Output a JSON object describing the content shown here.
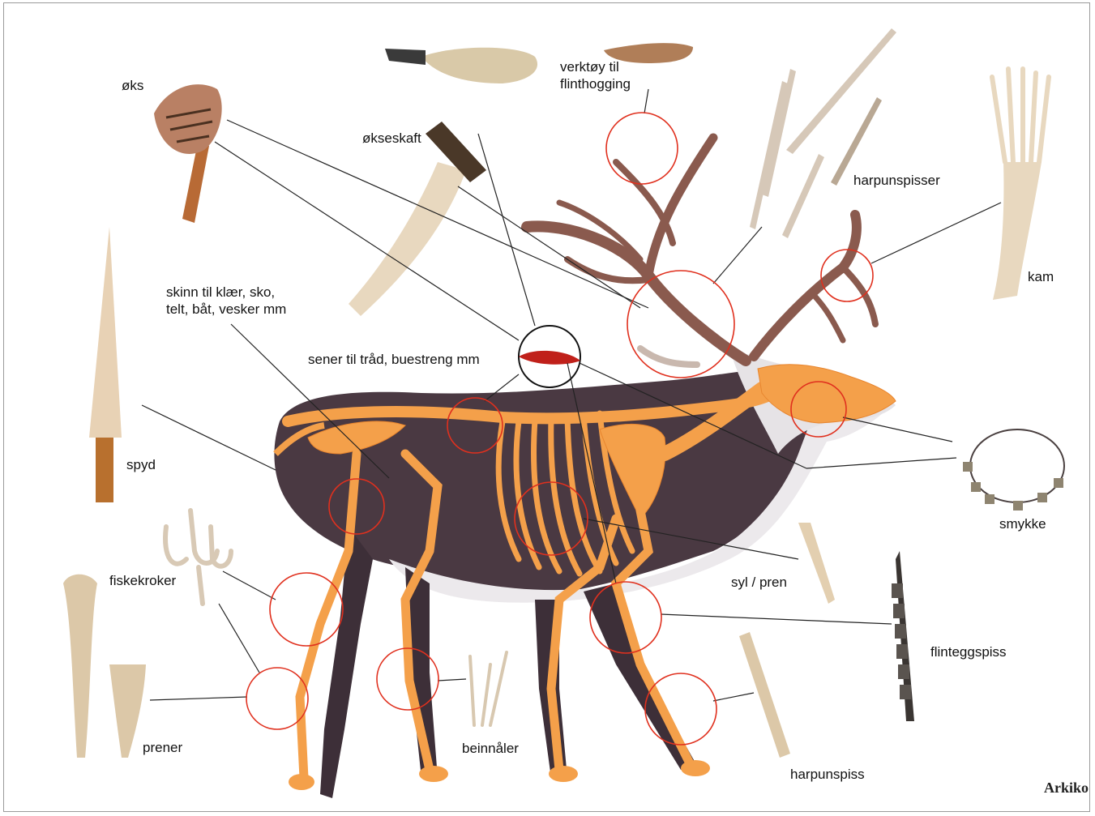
{
  "colors": {
    "callout_circle": "#e0301e",
    "leader_line": "#222222",
    "bone": "#f4a04a",
    "antler": "#8a5a4e",
    "hide_dark": "#4a3942",
    "hide_light": "#ece9ec",
    "tool_bone": "#e8d8bf"
  },
  "labels": {
    "oks": "øks",
    "okseskaft": "økseskaft",
    "verktoy": "verktøy til\nflinthogging",
    "harpunspisser": "harpunspisser",
    "kam": "kam",
    "skinn": "skinn til klær, sko,\ntelt, båt, vesker mm",
    "sener": "sener til tråd, buestreng mm",
    "spyd": "spyd",
    "smykke": "smykke",
    "fiskekroker": "fiskekroker",
    "syl": "syl / pren",
    "flinteggspiss": "flinteggspiss",
    "prener": "prener",
    "beinnaler": "beinnåler",
    "harpunspiss": "harpunspiss"
  },
  "logo": {
    "text": "Arkiko"
  }
}
